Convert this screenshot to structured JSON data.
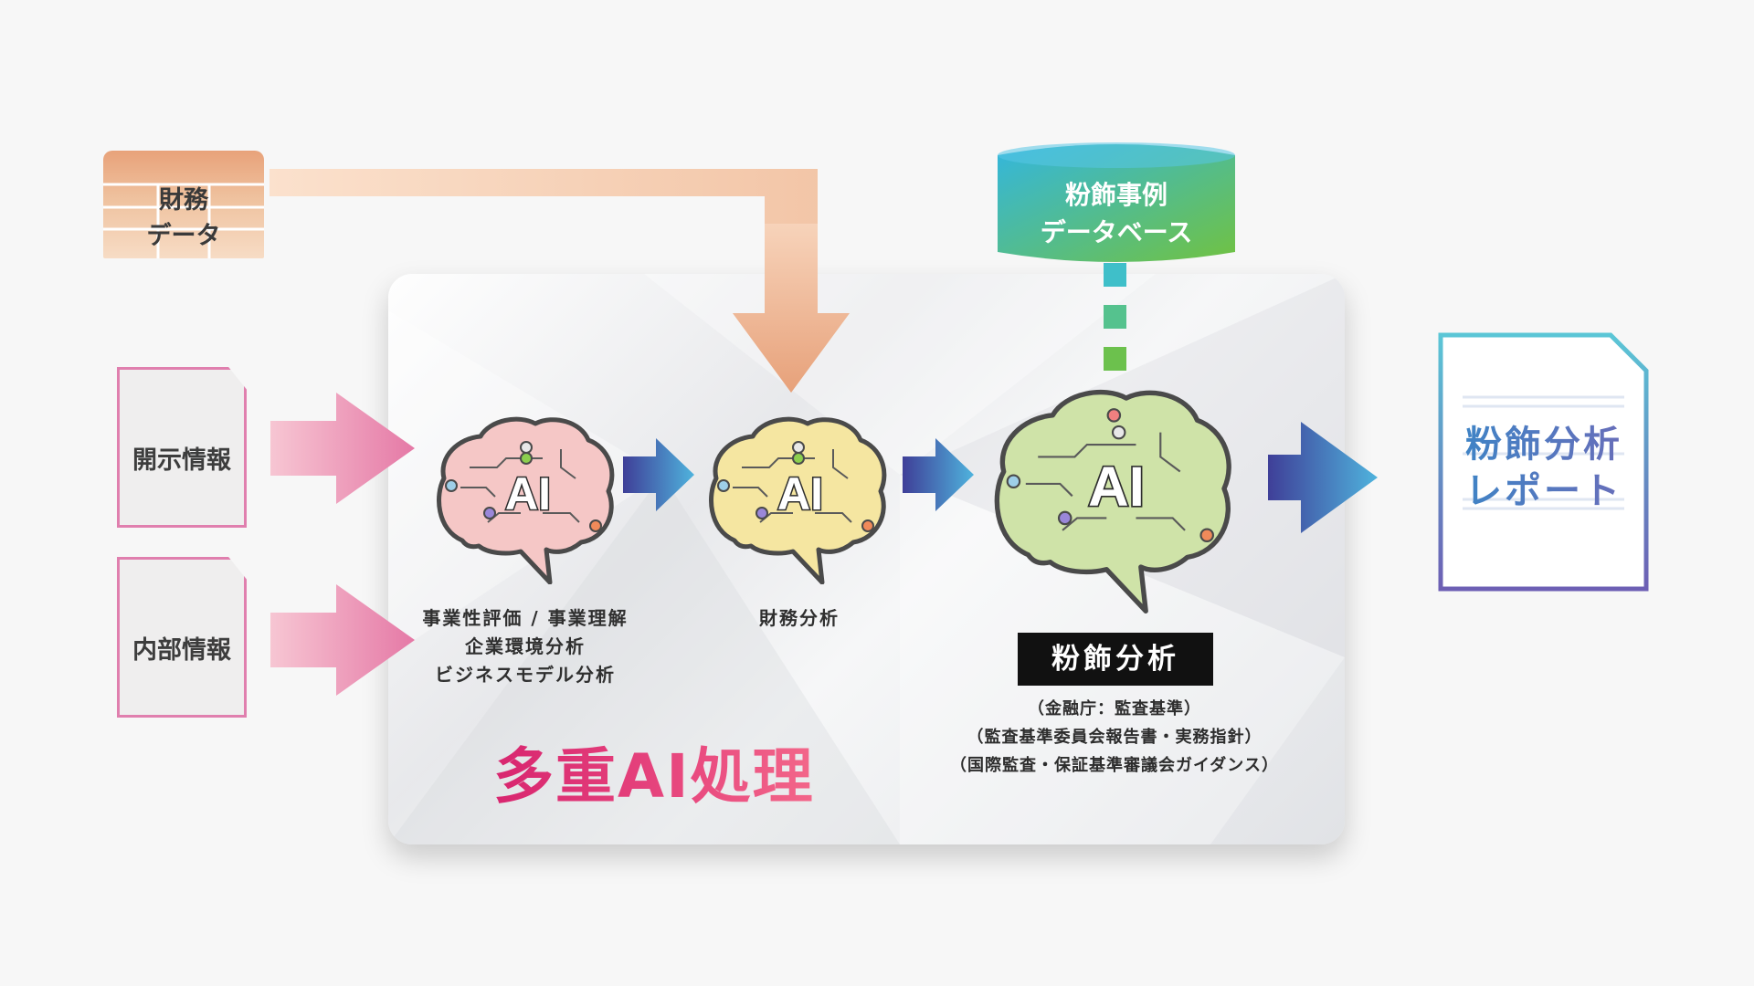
{
  "inputs": {
    "financial_data": {
      "line1": "財務",
      "line2": "データ"
    },
    "disclosure_info": "開示情報",
    "internal_info": "内部情報"
  },
  "database": {
    "line1": "粉飾事例",
    "line2": "データベース"
  },
  "ai_units": [
    {
      "badge": "AI",
      "color": "#f5c7c6"
    },
    {
      "badge": "AI",
      "color": "#f5e6a1"
    },
    {
      "badge": "AI",
      "color": "#cfe3a8"
    }
  ],
  "captions": {
    "unit1": [
      "事業性評価 / 事業理解",
      "企業環境分析",
      "ビジネスモデル分析"
    ],
    "unit2": "財務分析",
    "unit3_tag": "粉飾分析",
    "unit3_notes": [
      "（金融庁：監査基準）",
      "（監査基準委員会報告書・実務指針）",
      "（国際監査・保証基準審議会ガイダンス）"
    ]
  },
  "panel_title": "多重AI処理",
  "output": {
    "line1": "粉飾分析",
    "line2": "レポート"
  },
  "colors": {
    "pink_arrow": "#e97fae",
    "orange_arrow": "#eaa57f",
    "blue_arrow": "#4a7fc8",
    "report_border": "#6d6bb8",
    "db_gradient_start": "#3bb8d8",
    "db_gradient_end": "#6cc04a"
  }
}
